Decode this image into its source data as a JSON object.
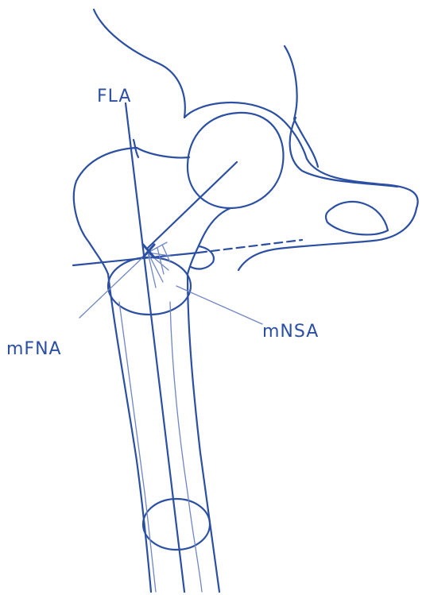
{
  "labels": {
    "fla": "FLA",
    "mfna": "mFNA",
    "mnsa": "mNSA"
  },
  "colors": {
    "ink": "#2b4fa3",
    "ink_light": "#6f86c4",
    "paper": "#ffffff"
  }
}
